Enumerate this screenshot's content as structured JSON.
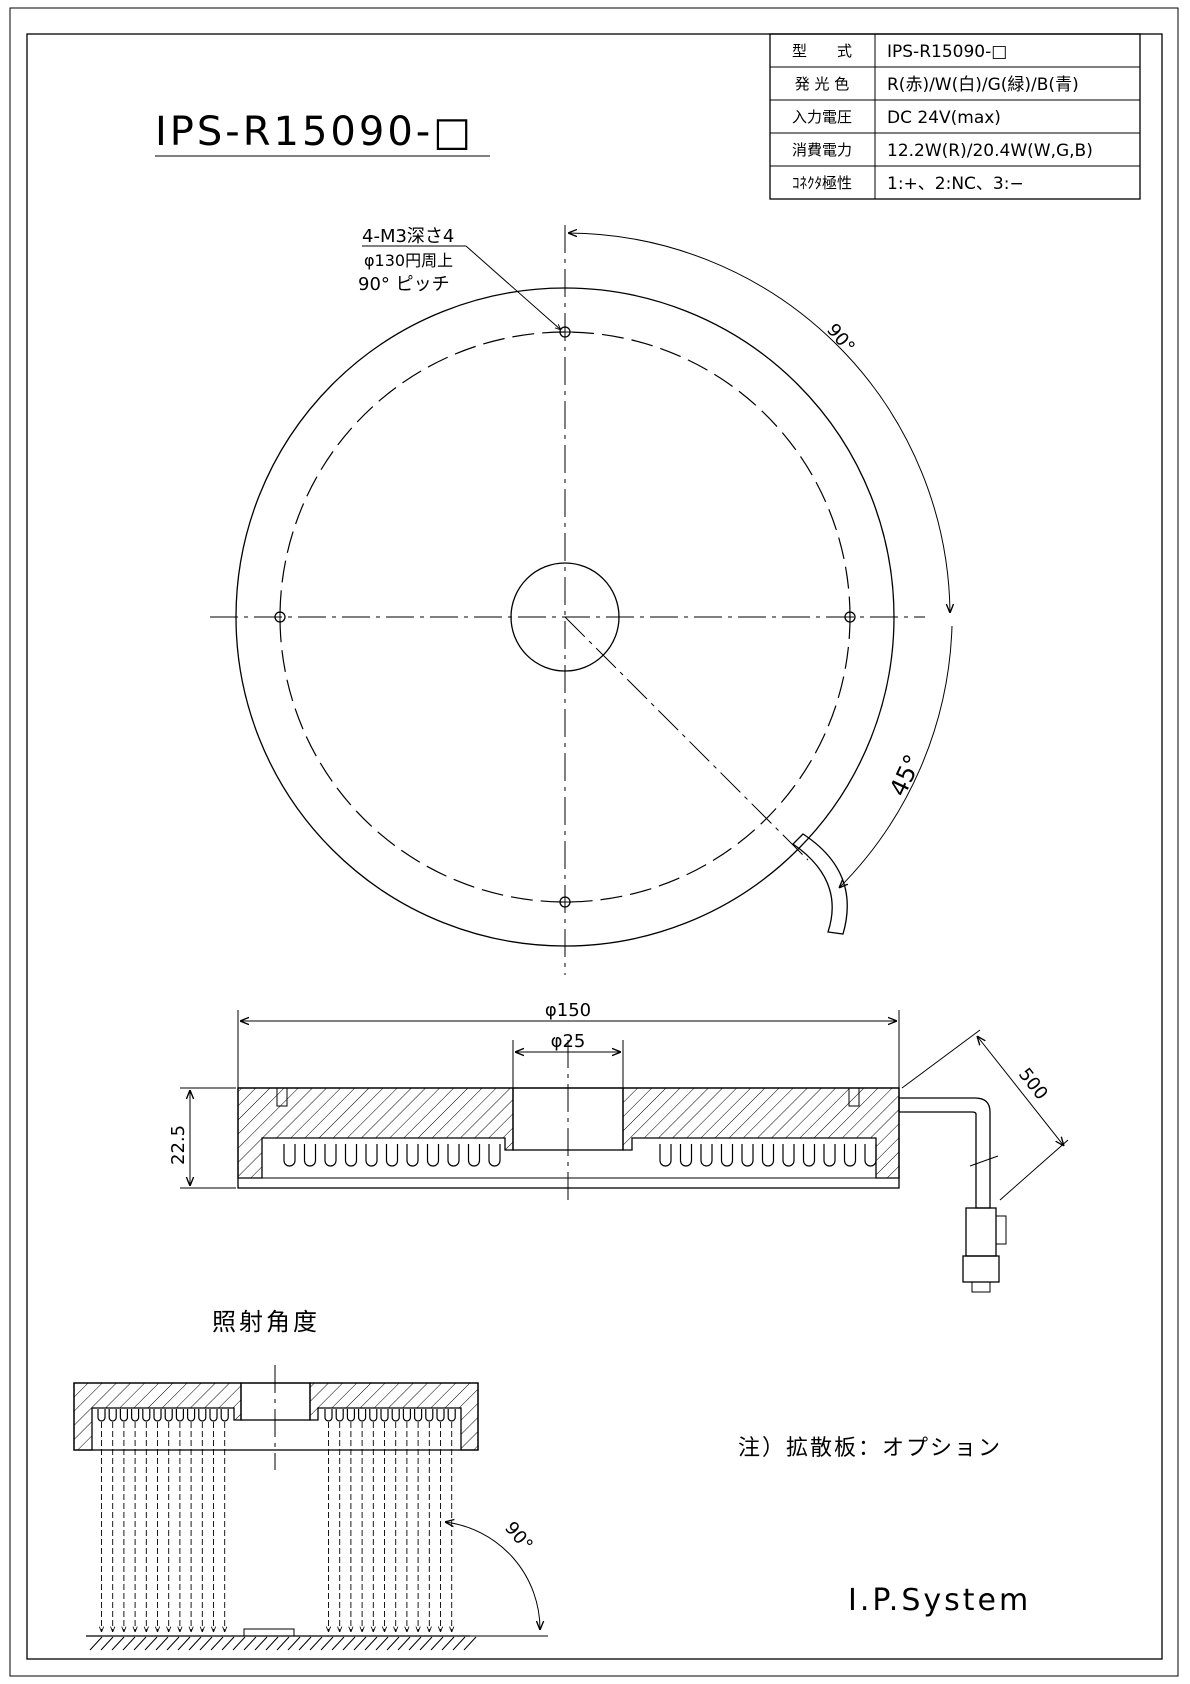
{
  "drawing": {
    "title": "IPS-R15090-□",
    "brand": "I.P.System",
    "note": "注）拡散板：オプション",
    "irradiation_label": "照射角度"
  },
  "spec_table": {
    "rows": [
      {
        "label": "型　　式",
        "value": "IPS-R15090-□"
      },
      {
        "label": "発 光 色",
        "value": "R(赤)/W(白)/G(緑)/B(青)"
      },
      {
        "label": "入力電圧",
        "value": "DC 24V(max)"
      },
      {
        "label": "消費電力",
        "value": "12.2W(R)/20.4W(W,G,B)"
      },
      {
        "label": "ｺﾈｸﾀ極性",
        "value": "1:+、2:NC、3:−"
      }
    ]
  },
  "annotations": {
    "hole_note_line1": "4-M3深さ4",
    "hole_note_line2": "φ130円周上",
    "hole_note_line3": "90° ピッチ",
    "angle_90": "90°",
    "angle_45": "45°",
    "dia_outer": "φ150",
    "dia_inner": "φ25",
    "height": "22.5",
    "cable_length": "500",
    "beam_angle": "90°"
  }
}
